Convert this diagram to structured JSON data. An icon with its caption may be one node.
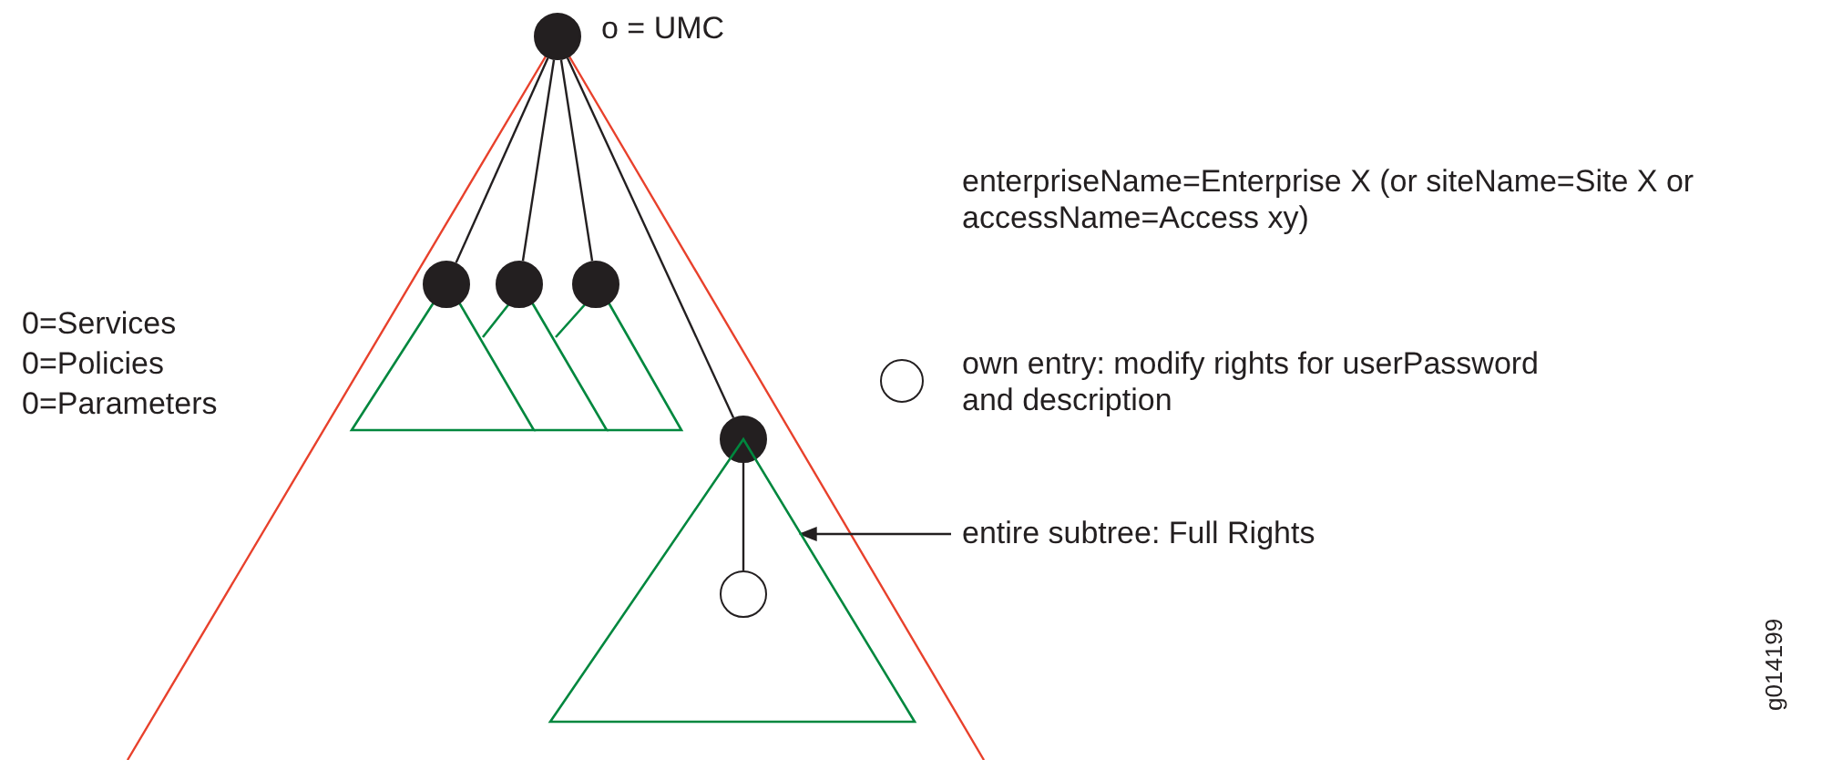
{
  "diagram": {
    "nodes": [
      {
        "text": [],
        "shape": "circle",
        "beside": [
          "o = UMC"
        ]
      },
      {
        "text": [],
        "shape": "circle"
      },
      {
        "text": [],
        "shape": "circle"
      },
      {
        "text": [],
        "shape": "circle"
      },
      {
        "text": [],
        "shape": "circle"
      },
      {
        "text": [],
        "shape": "triangle"
      },
      {
        "text": [],
        "shape": "circle",
        "in": 5
      },
      {
        "text": [
          "entire subtree: Full Rights"
        ]
      }
    ],
    "edges": [
      {
        "from": 0,
        "to": 1,
        "arrow": "none"
      },
      {
        "from": 0,
        "to": 2,
        "arrow": "none"
      },
      {
        "from": 0,
        "to": 3,
        "arrow": "none"
      },
      {
        "from": 0,
        "to": 4,
        "arrow": "none"
      },
      {
        "from": 4,
        "to": 6,
        "arrow": "none"
      },
      {
        "from": 7,
        "to": 5,
        "arrow": "to"
      }
    ],
    "labels": [
      "0=Services",
      "0=Policies",
      "0=Parameters",
      "enterpriseName=Enterprise X (or siteName=Site X or accessName=Access xy)",
      "g014199"
    ],
    "legend": [
      {
        "text": "own entry: modify rights for userPassword and description"
      }
    ]
  }
}
